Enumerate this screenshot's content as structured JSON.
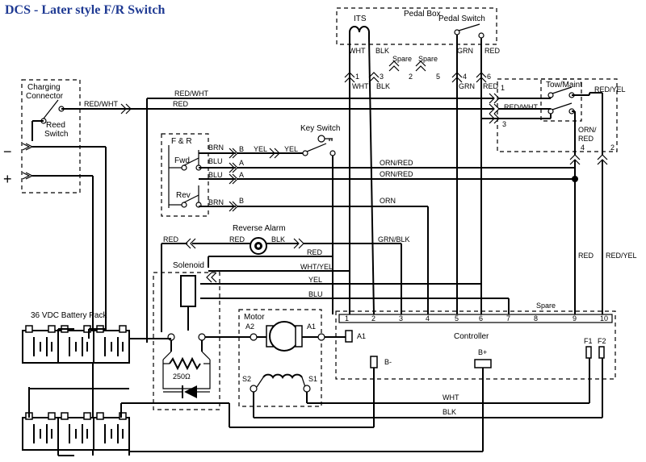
{
  "title": "DCS - Later style F/R Switch",
  "charging": {
    "label1": "Charging",
    "label2": "Connector",
    "reed1": "Reed",
    "reed2": "Switch",
    "minus": "−",
    "plus": "+"
  },
  "pedalbox": {
    "title": "Pedal Box",
    "its": "ITS",
    "pedal_switch": "Pedal Switch",
    "its_wht": "WHT",
    "its_blk": "BLK",
    "spare1": "Spare",
    "spare2": "Spare",
    "ps_grn": "GRN",
    "ps_red": "RED"
  },
  "pins_top": {
    "p1": "1",
    "p3": "3",
    "p2": "2",
    "p5": "5",
    "p4": "4",
    "p6": "6"
  },
  "pins_top_colors": {
    "c1": "WHT",
    "c3": "BLK",
    "c4": "GRN",
    "c6": "RED"
  },
  "tow": {
    "title": "Tow/Maint",
    "red_yel": "RED/YEL",
    "orn_red1": "ORN/",
    "orn_red2": "RED",
    "p1": "1",
    "p3": "3",
    "p4": "4",
    "p2": "2",
    "red_wht": "RED/WHT"
  },
  "wires": {
    "red_wht": "RED/WHT",
    "red_wht2": "RED/WHT",
    "red": "RED",
    "brn": "BRN",
    "blu1": "BLU",
    "blu2": "BLU",
    "brn2": "BRN",
    "b1": "B",
    "a1": "A",
    "a2": "A",
    "b2": "B",
    "yel1": "YEL",
    "yel2": "YEL",
    "orn_red1": "ORN/RED",
    "orn_red2": "ORN/RED",
    "orn": "ORN",
    "grn_blk": "GRN/BLK",
    "red_a": "RED",
    "red_b": "RED",
    "red_c": "RED",
    "blk": "BLK",
    "red_d": "RED",
    "wht_yel": "WHT/YEL",
    "yel": "YEL",
    "blu": "BLU",
    "red_right": "RED",
    "red_yel_right": "RED/YEL",
    "wht_bottom": "WHT",
    "blk_bottom": "BLK"
  },
  "fr": {
    "title": "F & R",
    "fwd": "Fwd",
    "rev": "Rev"
  },
  "key_switch": "Key Switch",
  "reverse_alarm": "Reverse Alarm",
  "solenoid": {
    "label": "Solenoid",
    "resistor": "250Ω"
  },
  "battery": "36 VDC Battery Pack",
  "motor": {
    "label": "Motor",
    "a2": "A2",
    "a1": "A1",
    "s2": "S2",
    "s1": "S1"
  },
  "controller": {
    "label": "Controller",
    "spare": "Spare",
    "a1": "A1",
    "b_minus": "B-",
    "b_plus": "B+",
    "f1": "F1",
    "f2": "F2",
    "pins": [
      "1",
      "2",
      "3",
      "4",
      "5",
      "6",
      "7",
      "8",
      "9",
      "10"
    ]
  }
}
